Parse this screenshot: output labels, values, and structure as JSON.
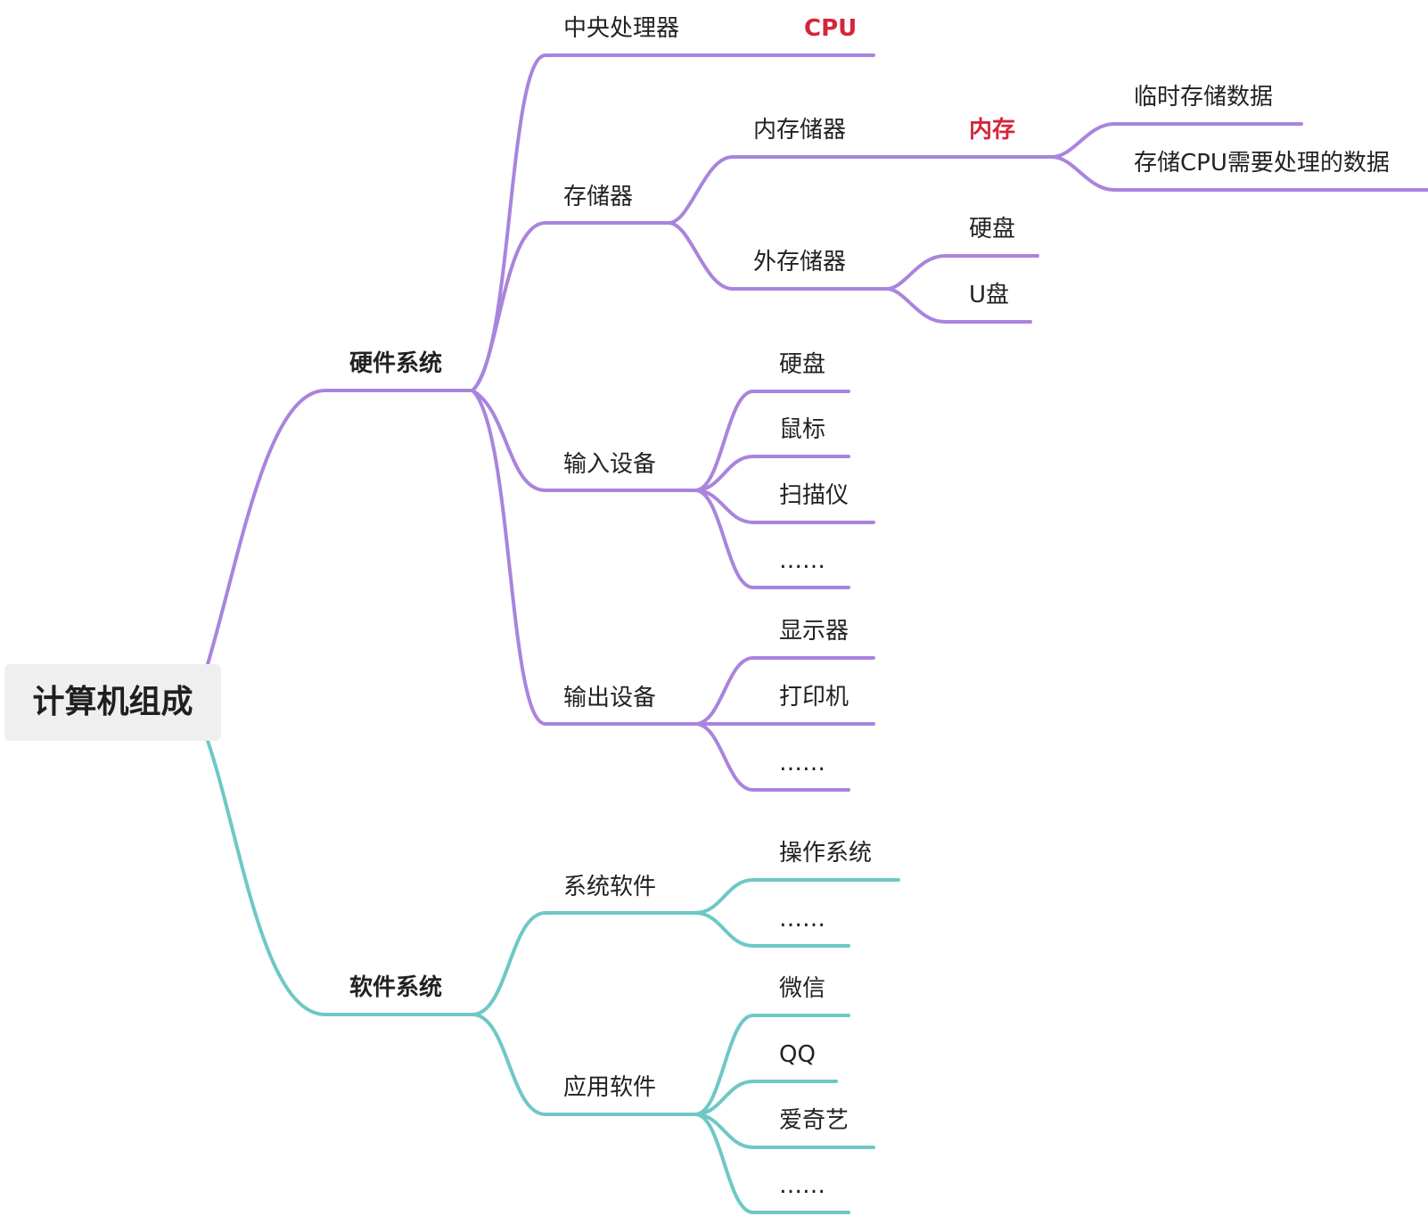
{
  "root": {
    "label": "计算机组成"
  },
  "colors": {
    "hardware_branch": "#a984dc",
    "software_branch": "#6ec8c5",
    "highlight_text": "#d3263d"
  },
  "hardware": {
    "label": "硬件系统",
    "cpu": {
      "label": "中央处理器",
      "note": "CPU"
    },
    "storage": {
      "label": "存储器",
      "internal": {
        "label": "内存储器",
        "note": "内存",
        "children": [
          "临时存储数据",
          "存储CPU需要处理的数据"
        ]
      },
      "external": {
        "label": "外存储器",
        "children": [
          "硬盘",
          "U盘"
        ]
      }
    },
    "input": {
      "label": "输入设备",
      "children": [
        "硬盘",
        "鼠标",
        "扫描仪",
        "……"
      ]
    },
    "output": {
      "label": "输出设备",
      "children": [
        "显示器",
        "打印机",
        "……"
      ]
    }
  },
  "software": {
    "label": "软件系统",
    "system": {
      "label": "系统软件",
      "children": [
        "操作系统",
        "……"
      ]
    },
    "application": {
      "label": "应用软件",
      "children": [
        "微信",
        "QQ",
        "爱奇艺",
        "……"
      ]
    }
  }
}
